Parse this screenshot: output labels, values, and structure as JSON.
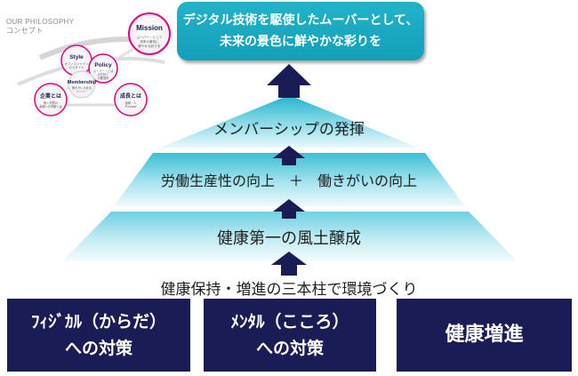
{
  "philosophy": {
    "heading_en": "OUR PHILOSOPHY",
    "heading_ja": "コンセプト",
    "nodes": [
      {
        "label": "Mission",
        "sub": [
          "ムーバー・として",
          "未来の景色に",
          "鮮やかな彩りを"
        ]
      },
      {
        "label": "Style",
        "sub": [
          "オフィスシャイン",
          "のスタイル"
        ]
      },
      {
        "label": "Policy",
        "sub": [
          "ムーバー・とは",
          "の方針と",
          "行動指針"
        ]
      },
      {
        "label": "Membership",
        "sub": [
          "働きがいのある",
          "メンバー"
        ]
      },
      {
        "label": "企業とは",
        "sub": [
          "働く仲間の",
          "幸福への貢献とは"
        ]
      },
      {
        "label": "成長とは",
        "sub": [
          "組織・人",
          "Purpose"
        ]
      }
    ]
  },
  "mission": {
    "line1": "デジタル技術を駆使したムーバーとして、",
    "line2": "未来の景色に鮮やかな彩りを"
  },
  "pyramid": {
    "tier1": "メンバーシップの発揮",
    "tier2": "労働生産性の向上　＋　働きがいの向上",
    "tier3": "健康第一の風土醸成"
  },
  "environment": "健康保持・増進の三本柱で環境づくり",
  "pillars": [
    {
      "line1": "ﾌｨｼﾞｶﾙ（からだ）",
      "line2": "への対策"
    },
    {
      "line1": "ﾒﾝﾀﾙ（こころ）",
      "line2": "への対策"
    },
    {
      "line1": "健康増進",
      "line2": ""
    }
  ],
  "colors": {
    "mission_bg": "#1aa9c0",
    "pillar_bg": "#1a1c55",
    "arrow": "#1a1c55",
    "accent_pink": "#e4007f"
  }
}
